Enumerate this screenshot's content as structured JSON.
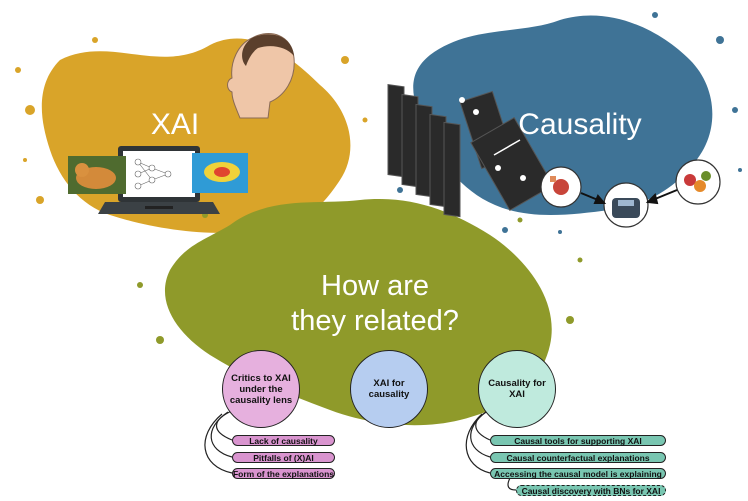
{
  "panels": {
    "xai_label": "XAI",
    "causality_label": "Causality",
    "question_line1": "How are",
    "question_line2": "they related?"
  },
  "circles": {
    "critics": "Critics to XAI under the causality lens",
    "xai_for_causality": "XAI for causality",
    "causality_for_xai": "Causality for XAI"
  },
  "critics_items": [
    "Lack of causality",
    "Pitfalls of (X)AI",
    "Form of the explanations"
  ],
  "causality_items": [
    "Causal tools for supporting XAI",
    "Causal counterfactual explanations",
    "Accessing the causal model is explaining"
  ],
  "causality_subitem": "Causal discovery with BNs for XAI",
  "colors": {
    "xai_splash": "#d9a429",
    "causality_splash": "#3f7396",
    "question_splash": "#8f9a2a",
    "pink": "#d994cf",
    "blue": "#b6cdf0",
    "teal": "#79c6b1"
  }
}
